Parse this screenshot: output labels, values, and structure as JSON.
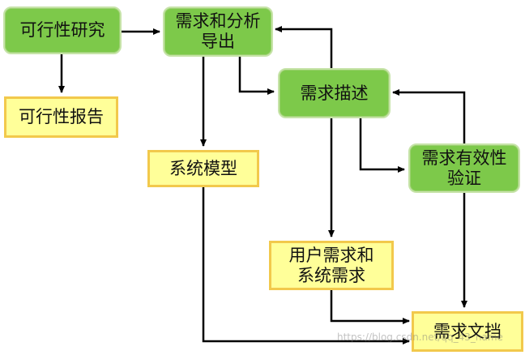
{
  "nodes": {
    "feasibility_study": {
      "label": "可行性研究",
      "kind": "process"
    },
    "req_analysis": {
      "label": "需求和分析\n导出",
      "kind": "process"
    },
    "req_description": {
      "label": "需求描述",
      "kind": "process"
    },
    "req_validation": {
      "label": "需求有效性\n验证",
      "kind": "process"
    },
    "feasibility_report": {
      "label": "可行性报告",
      "kind": "document"
    },
    "system_model": {
      "label": "系统模型",
      "kind": "document"
    },
    "user_system_reqs": {
      "label": "用户需求和\n系统需求",
      "kind": "document"
    },
    "req_document": {
      "label": "需求文挡",
      "kind": "document"
    }
  },
  "edges": [
    {
      "from": "feasibility_study",
      "to": "req_analysis"
    },
    {
      "from": "feasibility_study",
      "to": "feasibility_report"
    },
    {
      "from": "req_analysis",
      "to": "req_description"
    },
    {
      "from": "req_analysis",
      "to": "system_model"
    },
    {
      "from": "req_description",
      "to": "req_analysis"
    },
    {
      "from": "req_description",
      "to": "req_validation"
    },
    {
      "from": "req_description",
      "to": "user_system_reqs"
    },
    {
      "from": "req_validation",
      "to": "req_description"
    },
    {
      "from": "req_validation",
      "to": "req_document"
    },
    {
      "from": "system_model",
      "to": "req_document"
    },
    {
      "from": "user_system_reqs",
      "to": "req_document"
    }
  ],
  "colors": {
    "process_fill": "#7dc94a",
    "document_fill": "#ffff99",
    "document_border": "#f2c94c",
    "arrow": "#000000"
  },
  "watermark": "https://blog.csdn.net/qq_43_name"
}
